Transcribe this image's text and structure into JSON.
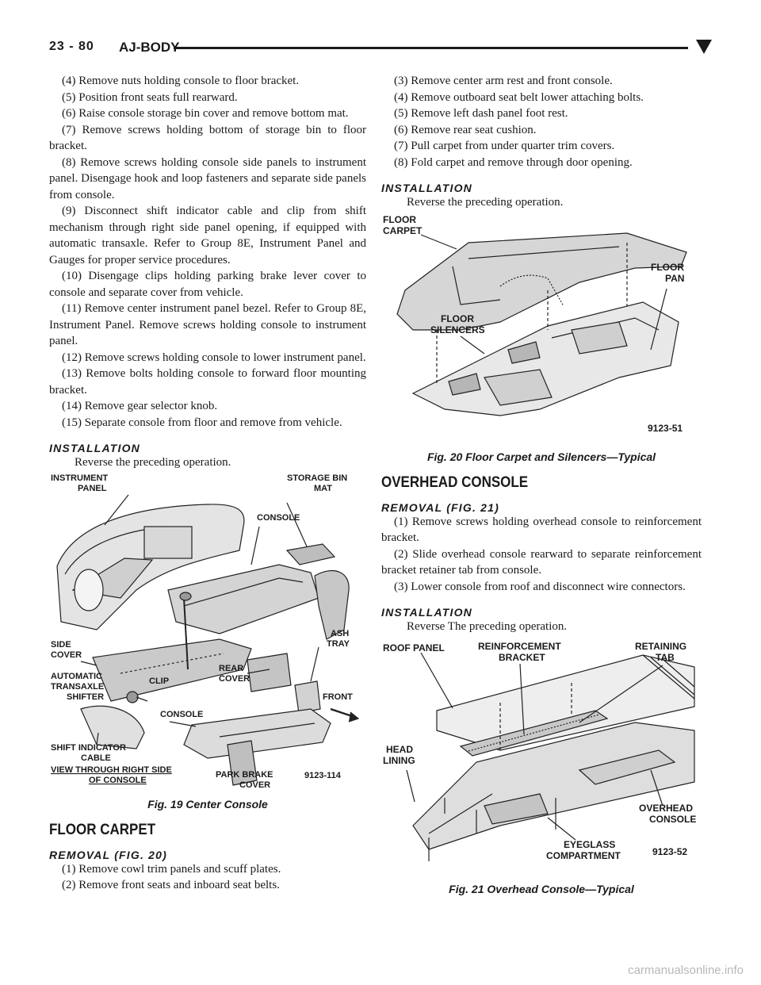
{
  "header": {
    "page_number": "23 - 80",
    "section": "AJ-BODY"
  },
  "left": {
    "steps": [
      "(4) Remove nuts holding console to floor bracket.",
      "(5) Position front seats full rearward.",
      "(6) Raise console storage bin cover and remove bottom mat.",
      "(7) Remove screws holding bottom of storage bin to floor bracket.",
      "(8) Remove screws holding console side panels to instrument panel. Disengage hook and loop fasteners and separate side panels from console.",
      "(9) Disconnect shift indicator cable and clip from shift mechanism through right side panel opening, if equipped with automatic transaxle. Refer to Group 8E, Instrument Panel and Gauges for proper service procedures.",
      "(10) Disengage clips holding parking brake lever cover to console and separate cover from vehicle.",
      "(11) Remove center instrument panel bezel. Refer to Group 8E, Instrument Panel. Remove screws holding console to instrument panel.",
      "(12) Remove screws holding console to lower instrument panel.",
      "(13) Remove bolts holding console to forward floor mounting bracket.",
      "(14) Remove gear selector knob.",
      "(15) Separate console from floor and remove from vehicle."
    ],
    "installation_heading": "INSTALLATION",
    "installation_text": "Reverse the preceding operation.",
    "fig19": {
      "labels": {
        "instrument_panel": [
          "INSTRUMENT",
          "PANEL"
        ],
        "storage_bin_mat": [
          "STORAGE BIN",
          "MAT"
        ],
        "console_top": "CONSOLE",
        "side_cover": [
          "SIDE",
          "COVER"
        ],
        "ash_tray": [
          "ASH",
          "TRAY"
        ],
        "automatic_transaxle_shifter": [
          "AUTOMATIC",
          "TRANSAXLE",
          "SHIFTER"
        ],
        "clip": "CLIP",
        "rear_cover": [
          "REAR",
          "COVER"
        ],
        "front": "FRONT",
        "console_bottom": "CONSOLE",
        "shift_indicator_cable": [
          "SHIFT INDICATOR",
          "CABLE"
        ],
        "view_through": [
          "VIEW THROUGH RIGHT SIDE",
          "OF CONSOLE"
        ],
        "park_brake_cover": [
          "PARK BRAKE",
          "COVER"
        ],
        "fig_code": "9123-114"
      },
      "caption": "Fig. 19 Center Console"
    },
    "floor_carpet_heading": "FLOOR CARPET",
    "removal_heading": "REMOVAL (FIG. 20)",
    "removal_steps": [
      "(1) Remove cowl trim panels and scuff plates.",
      "(2) Remove front seats and inboard seat belts."
    ]
  },
  "right": {
    "steps": [
      "(3) Remove center arm rest and front console.",
      "(4) Remove outboard seat belt lower attaching bolts.",
      "(5) Remove left dash panel foot rest.",
      "(6) Remove rear seat cushion.",
      "(7) Pull carpet from under quarter trim covers.",
      "(8) Fold carpet and remove through door opening."
    ],
    "installation_heading": "INSTALLATION",
    "installation_text": "Reverse the preceding operation.",
    "fig20": {
      "labels": {
        "floor_carpet": [
          "FLOOR",
          "CARPET"
        ],
        "floor_pan": [
          "FLOOR",
          "PAN"
        ],
        "floor_silencers": [
          "FLOOR",
          "SILENCERS"
        ],
        "fig_code": "9123-51"
      },
      "caption": "Fig. 20 Floor Carpet and Silencers—Typical"
    },
    "overhead_heading": "OVERHEAD CONSOLE",
    "removal_heading": "REMOVAL (FIG. 21)",
    "removal_steps": [
      "(1) Remove screws holding overhead console to reinforcement bracket.",
      "(2) Slide overhead console rearward to separate reinforcement bracket retainer tab from console.",
      "(3) Lower console from roof and disconnect wire connectors."
    ],
    "installation2_heading": "INSTALLATION",
    "installation2_text": "Reverse The preceding operation.",
    "fig21": {
      "labels": {
        "roof_panel": "ROOF PANEL",
        "reinforcement_bracket": [
          "REINFORCEMENT",
          "BRACKET"
        ],
        "retaining_tab": [
          "RETAINING",
          "TAB"
        ],
        "head_lining": [
          "HEAD",
          "LINING"
        ],
        "overhead_console": [
          "OVERHEAD",
          "CONSOLE"
        ],
        "eyeglass_compartment": [
          "EYEGLASS",
          "COMPARTMENT"
        ],
        "fig_code": "9123-52"
      },
      "caption": "Fig. 21 Overhead Console—Typical"
    }
  },
  "watermark": "carmanualsonline.info"
}
